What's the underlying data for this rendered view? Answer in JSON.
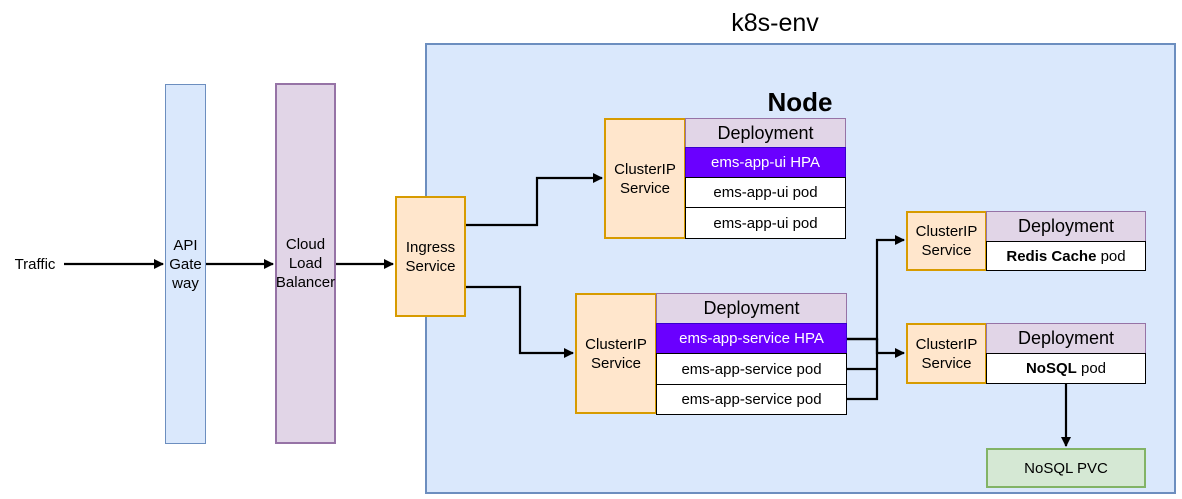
{
  "env_title": "k8s-env",
  "node_title": "Node",
  "traffic_label": "Traffic",
  "api_gateway": {
    "line1": "API",
    "line2": "Gate",
    "line3": "way"
  },
  "load_balancer": {
    "line1": "Cloud",
    "line2": "Load",
    "line3": "Balancer"
  },
  "ingress": {
    "line1": "Ingress",
    "line2": "Service"
  },
  "clusterip": {
    "line1": "ClusterIP",
    "line2": "Service"
  },
  "deployment_label": "Deployment",
  "ui_deployment": {
    "hpa": "ems-app-ui HPA",
    "pods": [
      "ems-app-ui pod",
      "ems-app-ui pod"
    ]
  },
  "service_deployment": {
    "hpa": "ems-app-service HPA",
    "pods": [
      "ems-app-service pod",
      "ems-app-service pod"
    ]
  },
  "redis_deployment": {
    "pod_bold": "Redis Cache",
    "pod_suffix": " pod"
  },
  "nosql_deployment": {
    "pod_bold": "NoSQL",
    "pod_suffix": " pod"
  },
  "pvc_label": "NoSQL PVC",
  "colors": {
    "container_fill": "#dae8fc",
    "container_stroke": "#6c8ebf",
    "purple_fill": "#e1d5e7",
    "purple_stroke": "#9673a6",
    "orange_fill": "#ffe6cc",
    "orange_stroke": "#d79b00",
    "hpa_fill": "#6a00ff",
    "green_fill": "#d5e8d4",
    "green_stroke": "#82b366"
  }
}
